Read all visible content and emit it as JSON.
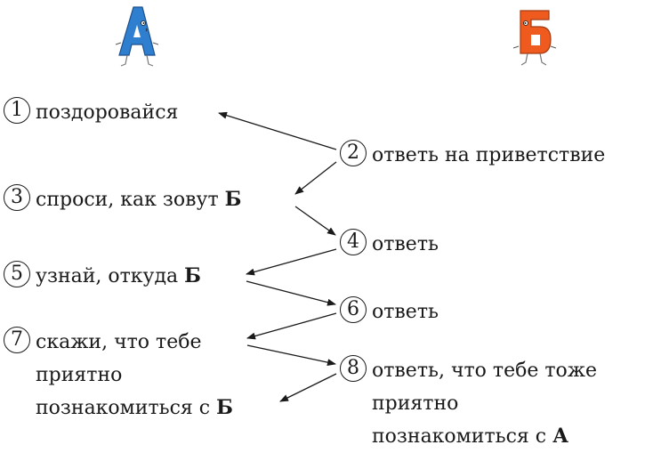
{
  "characters": {
    "a": {
      "letter": "А",
      "color": "#2f7fd1"
    },
    "b": {
      "letter": "Б",
      "color": "#ef5a1e"
    }
  },
  "steps": [
    {
      "n": "1",
      "side": "A",
      "lines": [
        "поздоровайся"
      ]
    },
    {
      "n": "2",
      "side": "Б",
      "lines": [
        "ответь на приветствие"
      ]
    },
    {
      "n": "3",
      "side": "A",
      "lines": [
        "спроси, как зовут"
      ],
      "bold_suffix": "Б"
    },
    {
      "n": "4",
      "side": "Б",
      "lines": [
        "ответь"
      ]
    },
    {
      "n": "5",
      "side": "A",
      "lines": [
        "узнай, откуда"
      ],
      "bold_suffix": "Б"
    },
    {
      "n": "6",
      "side": "Б",
      "lines": [
        "ответь"
      ]
    },
    {
      "n": "7",
      "side": "A",
      "lines": [
        "скажи, что тебе",
        "приятно",
        "познакомиться с"
      ],
      "bold_suffix": "Б"
    },
    {
      "n": "8",
      "side": "Б",
      "lines": [
        "ответь, что тебе тоже",
        "приятно",
        "познакомиться с"
      ],
      "bold_suffix": "А"
    }
  ],
  "s1": {
    "n": "1",
    "t1": "поздоровайся"
  },
  "s2": {
    "n": "2",
    "t1": "ответь на приветствие"
  },
  "s3": {
    "n": "3",
    "t1": "спроси, как зовут ",
    "b": "Б"
  },
  "s4": {
    "n": "4",
    "t1": "ответь"
  },
  "s5": {
    "n": "5",
    "t1": "узнай, откуда ",
    "b": "Б"
  },
  "s6": {
    "n": "6",
    "t1": "ответь"
  },
  "s7": {
    "n": "7",
    "t1": "скажи, что тебе",
    "t2": "приятно",
    "t3": "познакомиться с ",
    "b": "Б"
  },
  "s8": {
    "n": "8",
    "t1": "ответь, что тебе тоже",
    "t2": "приятно",
    "t3": "познакомиться с ",
    "b": "А"
  }
}
